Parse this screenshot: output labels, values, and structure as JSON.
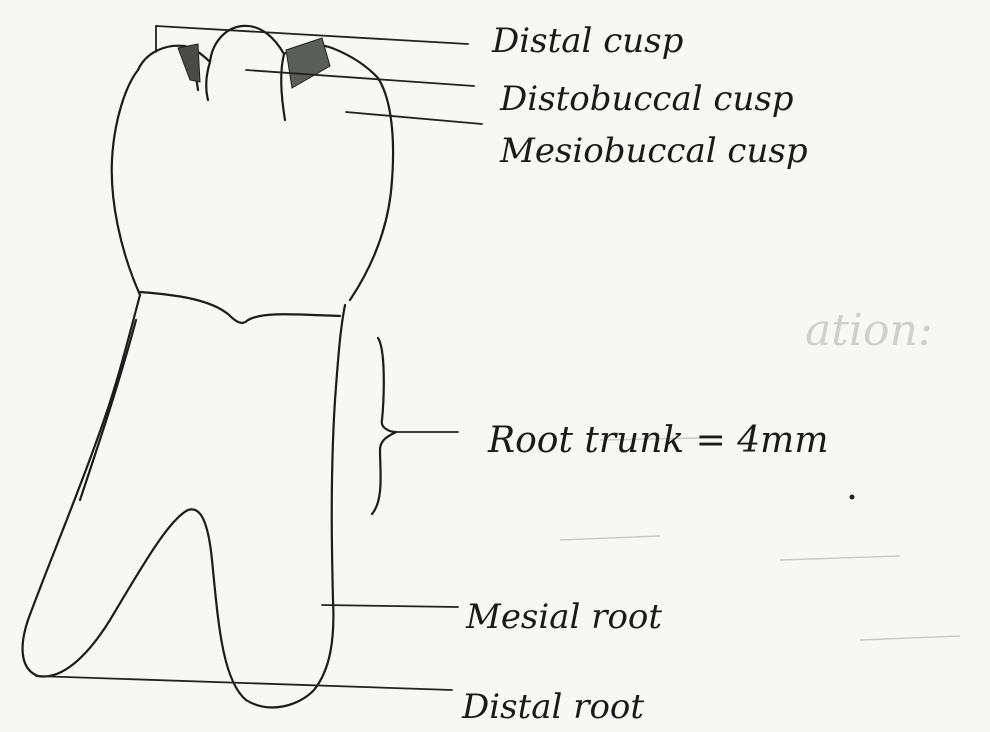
{
  "labels": {
    "distal_cusp": "Distal cusp",
    "distobuccal_cusp": "Distobuccal cusp",
    "mesiobuccal_cusp": "Mesiobuccal cusp",
    "root_trunk": "Root trunk = 4mm",
    "mesial_root": "Mesial root",
    "distal_root": "Distal root"
  },
  "show_through_text": "ation:"
}
